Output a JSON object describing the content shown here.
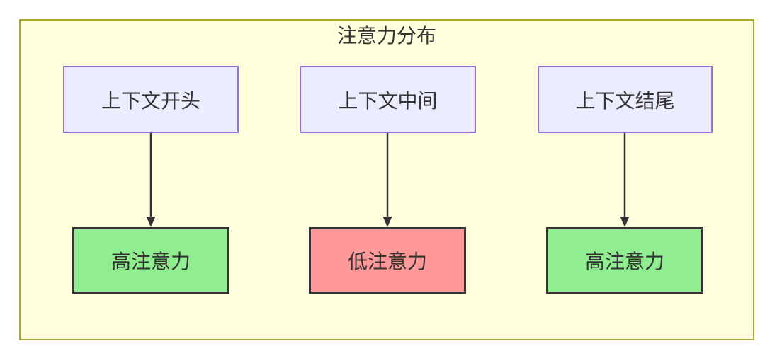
{
  "diagram": {
    "type": "flowchart-top-down",
    "title": "注意力分布",
    "columns": [
      {
        "source": "上下文开头",
        "target": "高注意力",
        "level": "high"
      },
      {
        "source": "上下文中间",
        "target": "低注意力",
        "level": "low"
      },
      {
        "source": "上下文结尾",
        "target": "高注意力",
        "level": "high"
      }
    ],
    "colors": {
      "page_bg": "#ffffff",
      "container_fill": "#ffffde",
      "container_border": "#aaaa33",
      "source_fill": "#ececff",
      "source_border": "#9370db",
      "high_fill": "#90ee90",
      "low_fill": "#ff9999",
      "target_border": "#333333",
      "text": "#333333",
      "arrow": "#333333"
    }
  }
}
